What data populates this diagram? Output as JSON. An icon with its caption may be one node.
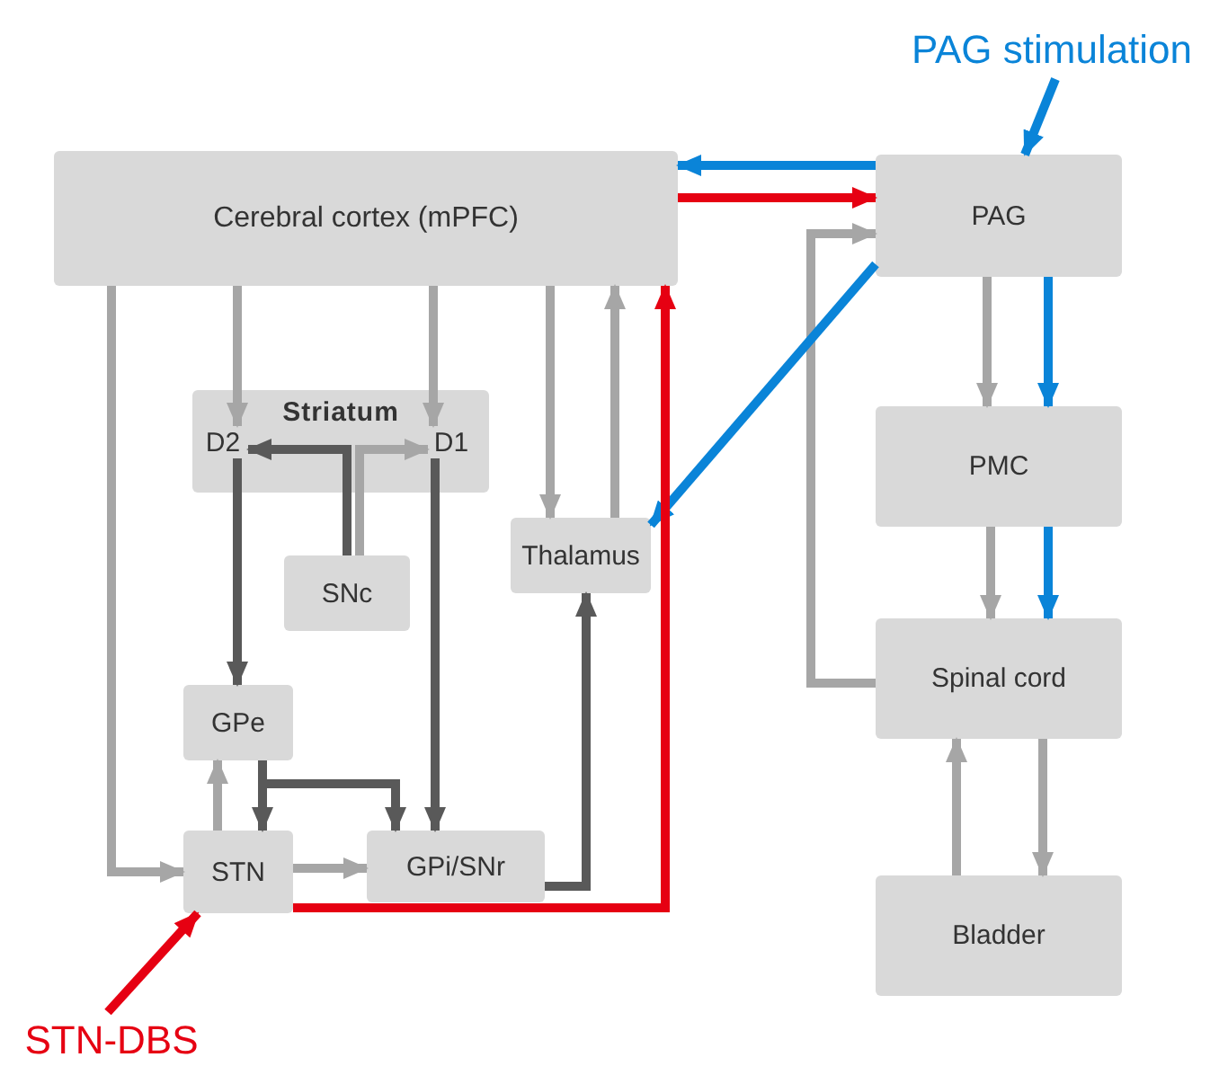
{
  "diagram": {
    "nodes": [
      {
        "text": [
          "PAG stimulation"
        ]
      },
      {
        "text": [
          "Cerebral cortex (mPFC)"
        ]
      },
      {
        "text": [
          "PAG"
        ]
      },
      {
        "text": [
          "Striatum"
        ]
      },
      {
        "text": [
          "D2"
        ],
        "in": 3
      },
      {
        "text": [
          "D1"
        ],
        "in": 3
      },
      {
        "text": [
          "PMC"
        ]
      },
      {
        "text": [
          "Thalamus"
        ]
      },
      {
        "text": [
          "SNc"
        ]
      },
      {
        "text": [
          "Spinal cord"
        ]
      },
      {
        "text": [
          "GPe"
        ]
      },
      {
        "text": [
          "STN"
        ]
      },
      {
        "text": [
          "GPi/SNr"
        ]
      },
      {
        "text": [
          "Bladder"
        ]
      },
      {
        "text": [
          "STN-DBS"
        ]
      }
    ],
    "edges": [
      {
        "from": 0,
        "to": 2,
        "arrow": "to",
        "color": "#0a84d8"
      },
      {
        "from": 2,
        "to": 1,
        "arrow": "to",
        "color": "#0a84d8"
      },
      {
        "from": 1,
        "to": 2,
        "arrow": "to",
        "color": "#e60012"
      },
      {
        "from": 9,
        "to": 2,
        "arrow": "to"
      },
      {
        "from": 2,
        "to": 7,
        "arrow": "to",
        "color": "#0a84d8"
      },
      {
        "from": 2,
        "to": 6,
        "arrow": "to"
      },
      {
        "from": 2,
        "to": 6,
        "arrow": "to",
        "color": "#0a84d8"
      },
      {
        "from": 6,
        "to": 9,
        "arrow": "to"
      },
      {
        "from": 6,
        "to": 9,
        "arrow": "to",
        "color": "#0a84d8"
      },
      {
        "from": 13,
        "to": 9,
        "arrow": "to"
      },
      {
        "from": 9,
        "to": 13,
        "arrow": "to"
      },
      {
        "from": 1,
        "to": 4,
        "arrow": "to"
      },
      {
        "from": 1,
        "to": 5,
        "arrow": "to"
      },
      {
        "from": 1,
        "to": 7,
        "arrow": "to"
      },
      {
        "from": 7,
        "to": 1,
        "arrow": "to"
      },
      {
        "from": 11,
        "to": 1,
        "arrow": "to",
        "color": "#e60012"
      },
      {
        "from": 1,
        "to": 11,
        "arrow": "to"
      },
      {
        "from": 4,
        "to": 10,
        "arrow": "to",
        "color": "#595959"
      },
      {
        "from": 5,
        "to": 12,
        "arrow": "to",
        "color": "#595959"
      },
      {
        "from": 8,
        "to": 4,
        "arrow": "to",
        "color": "#595959"
      },
      {
        "from": 8,
        "to": 5,
        "arrow": "to"
      },
      {
        "from": 11,
        "to": 10,
        "arrow": "to"
      },
      {
        "from": 10,
        "to": 11,
        "arrow": "to",
        "color": "#595959"
      },
      {
        "from": 10,
        "to": 12,
        "arrow": "to",
        "color": "#595959"
      },
      {
        "from": 11,
        "to": 12,
        "arrow": "to"
      },
      {
        "from": 12,
        "to": 7,
        "arrow": "to",
        "color": "#595959"
      },
      {
        "from": 14,
        "to": 11,
        "arrow": "to",
        "color": "#e60012"
      }
    ]
  }
}
